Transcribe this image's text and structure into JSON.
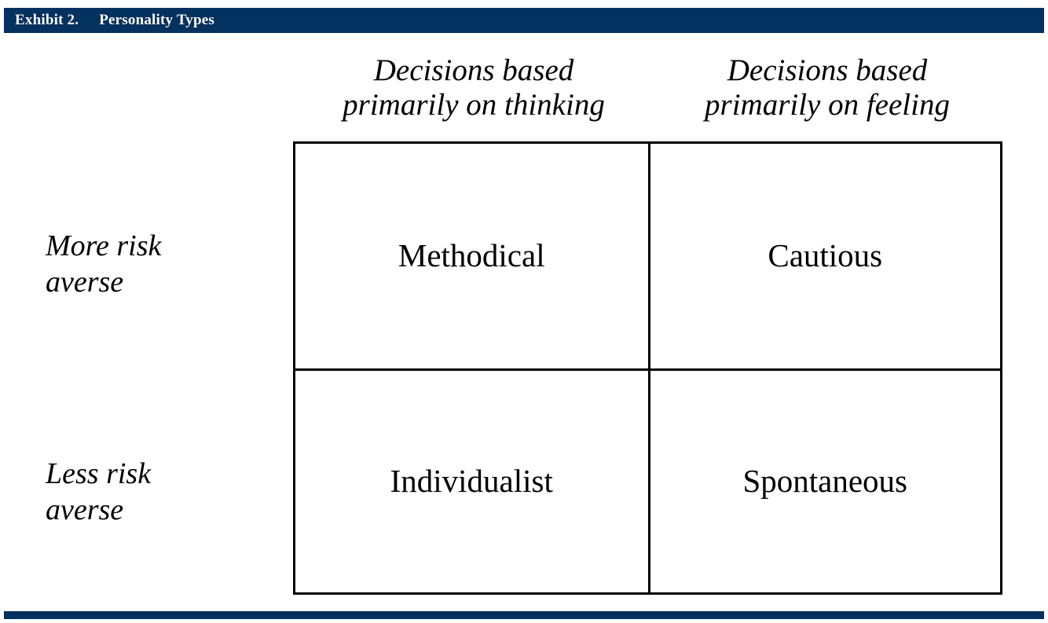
{
  "banner": {
    "label": "Exhibit 2.",
    "title": "Personality Types",
    "background_color": "#033160",
    "text_color": "#ffffff"
  },
  "bottom_rule": {
    "color": "#033160"
  },
  "matrix": {
    "column_headers": [
      "Decisions based\nprimarily on thinking",
      "Decisions based\nprimarily on feeling"
    ],
    "row_labels": [
      "More risk\naverse",
      "Less risk\naverse"
    ],
    "cells": [
      [
        "Methodical",
        "Cautious"
      ],
      [
        "Individualist",
        "Spontaneous"
      ]
    ],
    "border_color": "#000000"
  }
}
